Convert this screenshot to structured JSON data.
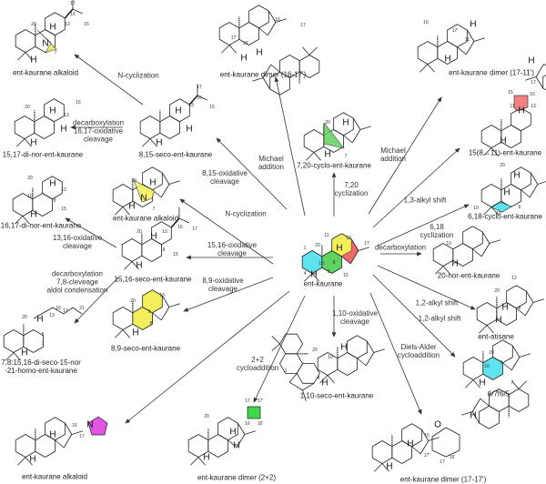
{
  "colors": {
    "ring_a": "#5fe3ef",
    "ring_b": "#5fd35f",
    "ring_c": "#f3ef5a",
    "ring_d": "#ef6a6a",
    "pyrrolidine": "#e055e0",
    "cyclobutane": "#3fd64a",
    "line": "#222222"
  },
  "compounds": [
    {
      "name": "ent-kaurane alkaloid"
    },
    {
      "name": "ent-kaurane dimer (16-17')"
    },
    {
      "name": "ent-kaurane dimer (17-11')"
    },
    {
      "name": "15,17-di-nor-ent-kaurane"
    },
    {
      "name": "8,15-seco-ent-kaurane"
    },
    {
      "name": "7,20-cyclo-ent-kaurane"
    },
    {
      "name": "15(8→11)-ent-kaurane"
    },
    {
      "name": "6,18-cyclo-ent-kaurane"
    },
    {
      "name": "ent-kaurane alkaloid"
    },
    {
      "name": "16,17-di-nor-ent-kaurane"
    },
    {
      "name": "20-nor-ent-kaurane"
    },
    {
      "name": "ent-kaurane"
    },
    {
      "name": "15,16-seco-ent-kaurane"
    },
    {
      "name": "ent-atisane"
    },
    {
      "name": "8,9-seco-ent-kaurane"
    },
    {
      "name": "7,8:15,16-di-seco-15-nor",
      "name2": "-21-homo-ent-kaurane"
    },
    {
      "name": "1,10-seco-ent-kaurane"
    },
    {
      "name": "6/7/6/5"
    },
    {
      "name": "ent-kaurane alkaloid"
    },
    {
      "name": "ent-kaurane dimer (2+2)"
    },
    {
      "name": "ent-kaurane dimer (17-17')"
    }
  ],
  "reactions": [
    {
      "lines": [
        "N-cyclization"
      ]
    },
    {
      "lines": [
        "decarboxylation",
        "16,17-oxidative",
        "cleavage"
      ]
    },
    {
      "lines": [
        "8,15-oxidative",
        "cleavage"
      ]
    },
    {
      "lines": [
        "Michael",
        "addition"
      ]
    },
    {
      "lines": [
        "7,20",
        "cyclization"
      ]
    },
    {
      "lines": [
        "Michael",
        "addition"
      ]
    },
    {
      "lines": [
        "1,3-alkyl shift"
      ]
    },
    {
      "lines": [
        "6,18",
        "cyclization"
      ]
    },
    {
      "lines": [
        "decarboxylation"
      ]
    },
    {
      "lines": [
        "1,2-alkyl shift"
      ]
    },
    {
      "lines": [
        "1,2-alkyl shift"
      ]
    },
    {
      "lines": [
        "Diels-Alder",
        "cycloaddition"
      ]
    },
    {
      "lines": [
        "1,10-oxidative",
        "cleavage"
      ]
    },
    {
      "lines": [
        "2+2",
        "cycloaddition"
      ]
    },
    {
      "lines": [
        "8,9-oxidative",
        "cleavage"
      ]
    },
    {
      "lines": [
        "15,16-oxidative",
        "cleavage"
      ]
    },
    {
      "lines": [
        "N-cyclization"
      ]
    },
    {
      "lines": [
        "13,16-oxidative",
        "cleavage"
      ]
    },
    {
      "lines": [
        "decarboxylation",
        "7,8-cleveage",
        "aldol condensation"
      ]
    }
  ],
  "atom_labels": [
    [
      "20",
      "13",
      "16",
      "17",
      "15",
      "7",
      "N",
      "H",
      "H"
    ],
    [
      "16",
      "17",
      "17'",
      "16'",
      "H",
      "H"
    ],
    [
      "16",
      "17'",
      "11'",
      "H",
      "H",
      "H"
    ],
    [
      "20",
      "13",
      "16",
      "H",
      "H",
      "H"
    ],
    [
      "13",
      "16",
      "17",
      "15",
      "H",
      "H",
      "H"
    ],
    [
      "20",
      "7",
      "H",
      "H"
    ],
    [
      "15",
      "16",
      "17",
      "11",
      "13",
      "H",
      "H"
    ],
    [
      "20",
      "19",
      "18",
      "6",
      "H",
      "H"
    ],
    [
      "20",
      "7",
      "N",
      "H",
      "H"
    ],
    [
      "20",
      "10",
      "8",
      "13",
      "15",
      "H",
      "H"
    ],
    [
      "10",
      "H"
    ],
    [
      "1",
      "20",
      "11",
      "13",
      "10",
      "8",
      "4",
      "5",
      "15",
      "17",
      "H",
      "H"
    ],
    [
      "20",
      "8",
      "13",
      "16",
      "17",
      "15",
      "H",
      "H"
    ],
    [
      "20",
      "12",
      "8",
      "H",
      "H"
    ],
    [
      "20",
      "9",
      "8",
      "13",
      "H"
    ],
    [
      "20",
      "13",
      "8",
      "7",
      "16",
      "17",
      "21",
      "H",
      "H"
    ],
    [
      "20",
      "10",
      "4",
      "1",
      "H",
      "H"
    ],
    [
      "20",
      "10",
      "9",
      "6",
      "7",
      "H"
    ],
    [
      "16",
      "17",
      "N",
      "H",
      "H"
    ],
    [
      "20",
      "17",
      "17'",
      "16",
      "16'",
      "H",
      "H",
      "H"
    ],
    [
      "16",
      "O",
      "17'",
      "17",
      "16'",
      "H",
      "H",
      "H"
    ]
  ]
}
